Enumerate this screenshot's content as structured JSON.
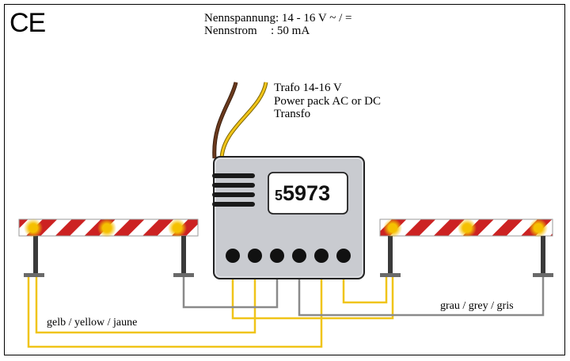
{
  "mark": {
    "ce": "CE"
  },
  "specs": {
    "voltage_label": "Nennspannung",
    "voltage_value": ": 14 - 16 V ~ / =",
    "current_label": "Nennstrom",
    "current_value": ": 50 mA"
  },
  "power_note": {
    "line1": "Trafo 14-16 V",
    "line2": "Power pack AC or DC",
    "line3": "Transfo"
  },
  "decoder": {
    "prefix": "5",
    "number": "5973",
    "terminal_count": 6
  },
  "wires": {
    "yellow_label": "gelb / yellow / jaune",
    "grey_label": "grau / grey / gris",
    "yellow_color": "#f0c419",
    "grey_color": "#8a8a8a",
    "brown_color": "#6b3a1e"
  },
  "barriers": {
    "stripe_red": "#cc2222",
    "stripe_white": "#ffffff",
    "lamp_color": "#f5c000",
    "lamps_per_barrier": 3
  }
}
